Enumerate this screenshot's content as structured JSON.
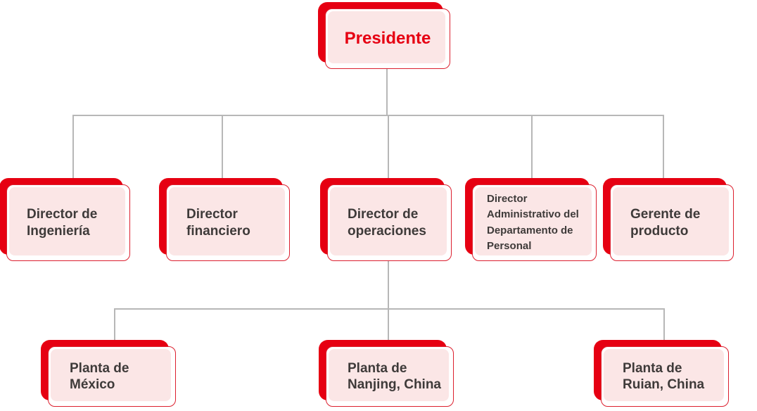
{
  "org_chart": {
    "root": {
      "label": "Presidente"
    },
    "level2": [
      {
        "label": "Director de Ingeniería"
      },
      {
        "label": "Director financiero"
      },
      {
        "label": "Director de operaciones"
      },
      {
        "label": "Director Administrativo del Departamento de Personal"
      },
      {
        "label": "Gerente de producto"
      }
    ],
    "level3": [
      {
        "label": "Planta de México"
      },
      {
        "label": "Planta de Nanjing, China"
      },
      {
        "label": "Planta de Ruian, China"
      }
    ]
  },
  "colors": {
    "accent_red": "#e60012",
    "node_fill_pink": "#fbe6e6",
    "node_border_red": "#dc1f2e",
    "connector_gray": "#b7b7b7",
    "label_text": "#3e3a39",
    "root_label_text": "#e60012"
  }
}
